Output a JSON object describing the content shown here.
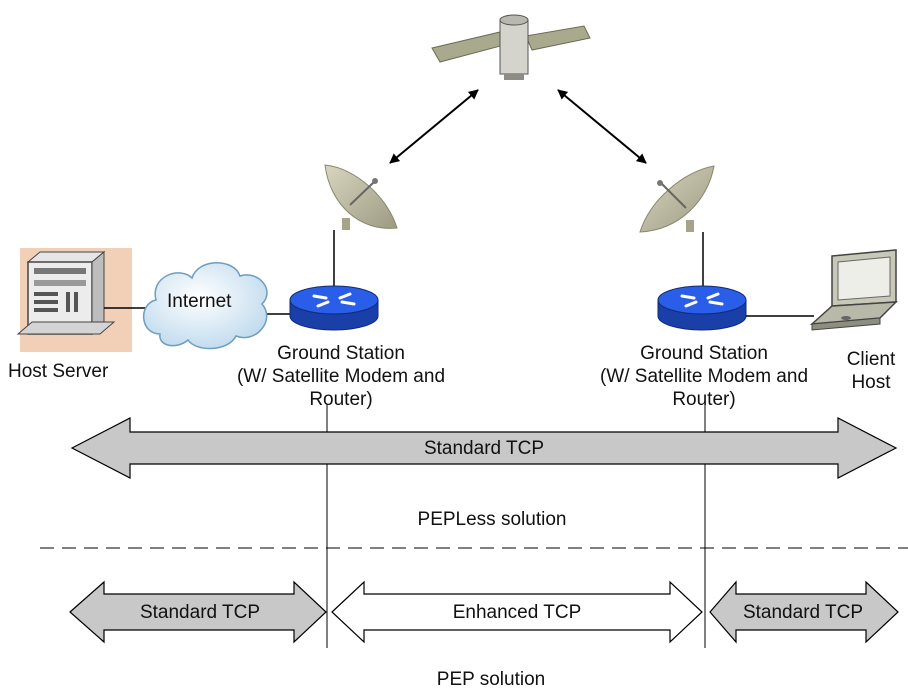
{
  "nodes": {
    "host_server": "Host Server",
    "internet": "Internet",
    "ground_station_left": [
      "Ground Station",
      "(W/ Satellite Modem and",
      "Router)"
    ],
    "ground_station_right": [
      "Ground Station",
      "(W/ Satellite Modem and",
      "Router)"
    ],
    "client_host": [
      "Client",
      "Host"
    ]
  },
  "pepless": {
    "arrow_label": "Standard TCP",
    "caption": "PEPLess solution"
  },
  "pep": {
    "left_label": "Standard TCP",
    "middle_label": "Enhanced TCP",
    "right_label": "Standard TCP",
    "caption": "PEP solution"
  },
  "colors": {
    "router_blue": "#1f4fd6",
    "arrow_gray": "#c8c8c8",
    "dish_khaki": "#bdb9a0",
    "satellite_panel": "#a9a98d",
    "server_shadow": "#f2d0b8"
  }
}
